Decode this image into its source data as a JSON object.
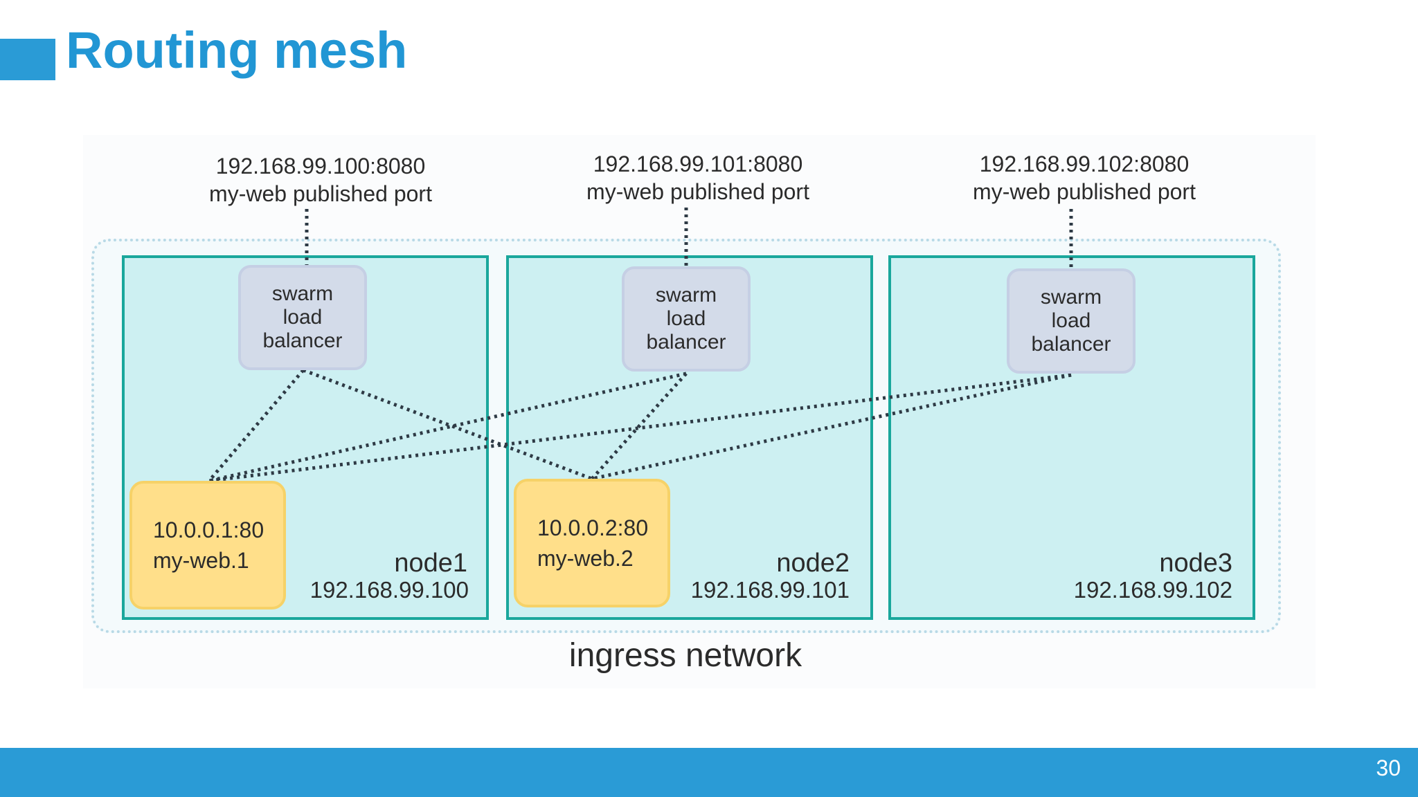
{
  "slide": {
    "title": "Routing mesh",
    "page_number": "30",
    "accent_color": "#2a9bd6"
  },
  "diagram": {
    "network_label": "ingress network",
    "nodes": [
      {
        "name": "node1",
        "ip": "192.168.99.100",
        "published_port": {
          "address": "192.168.99.100:8080",
          "caption": "my-web published port"
        },
        "load_balancer": {
          "line1": "swarm",
          "line2": "load",
          "line3": "balancer"
        },
        "service": {
          "address": "10.0.0.1:80",
          "name": "my-web.1"
        }
      },
      {
        "name": "node2",
        "ip": "192.168.99.101",
        "published_port": {
          "address": "192.168.99.101:8080",
          "caption": "my-web published port"
        },
        "load_balancer": {
          "line1": "swarm",
          "line2": "load",
          "line3": "balancer"
        },
        "service": {
          "address": "10.0.0.2:80",
          "name": "my-web.2"
        }
      },
      {
        "name": "node3",
        "ip": "192.168.99.102",
        "published_port": {
          "address": "192.168.99.102:8080",
          "caption": "my-web published port"
        },
        "load_balancer": {
          "line1": "swarm",
          "line2": "load",
          "line3": "balancer"
        }
      }
    ],
    "colors": {
      "node_fill": "#cdf0f2",
      "node_border": "#1aa79c",
      "load_balancer_fill": "#d3dbe9",
      "service_fill": "#ffdf8a",
      "link_color": "#2e3a45"
    }
  }
}
